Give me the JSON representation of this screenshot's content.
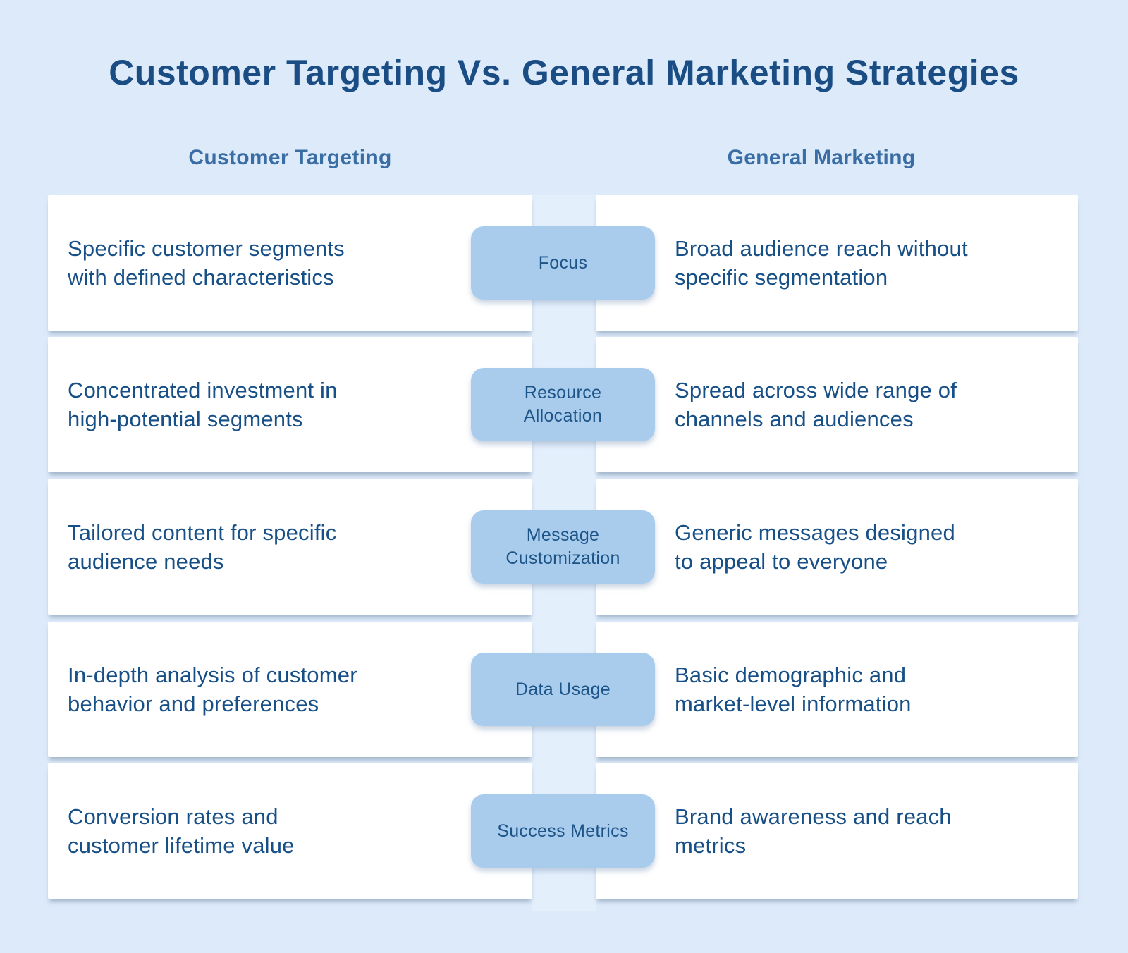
{
  "title": "Customer Targeting Vs. General Marketing Strategies",
  "columns": {
    "left": "Customer Targeting",
    "right": "General Marketing"
  },
  "rows": [
    {
      "label": "Focus",
      "left": "Specific customer segments\nwith defined characteristics",
      "right": "Broad audience reach without\nspecific segmentation"
    },
    {
      "label": "Resource\nAllocation",
      "left": "Concentrated investment in\nhigh-potential segments",
      "right": "Spread across wide range of\nchannels and audiences"
    },
    {
      "label": "Message\nCustomization",
      "left": "Tailored content for specific\naudience needs",
      "right": "Generic messages designed\nto appeal to everyone"
    },
    {
      "label": "Data Usage",
      "left": "In-depth analysis of customer\nbehavior and preferences",
      "right": "Basic demographic and\nmarket-level information"
    },
    {
      "label": "Success Metrics",
      "left": "Conversion rates and\ncustomer lifetime value",
      "right": "Brand awareness and reach\nmetrics"
    }
  ],
  "colors": {
    "bg": "#ddeafa",
    "band": "#e4effc",
    "card": "#ffffff",
    "pill": "#a9cced",
    "title": "#1b4d85",
    "header": "#3a6da3",
    "body": "#174f87",
    "pillText": "#1d5488"
  }
}
